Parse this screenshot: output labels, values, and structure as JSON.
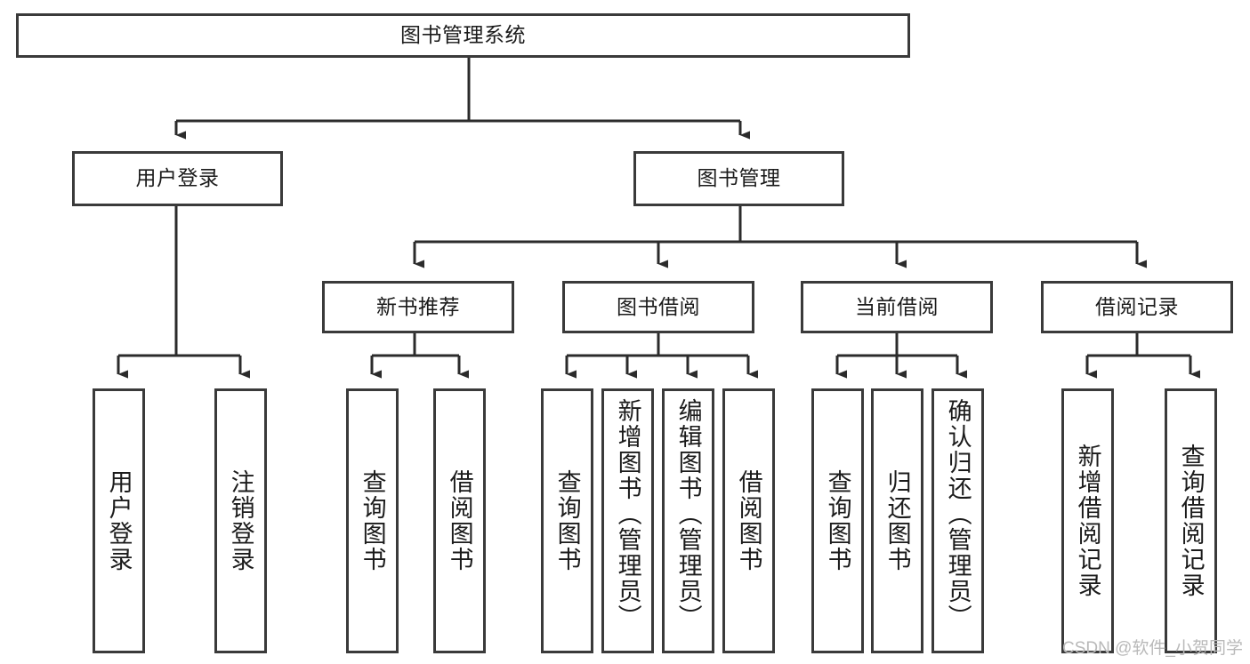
{
  "diagram": {
    "type": "tree-hierarchy-chart",
    "title": "图书管理系统",
    "colors": {
      "box_border": "#3a3a3a",
      "box_fill": "#ffffff",
      "connector": "#2b2b2b",
      "text": "#1b1b1b",
      "watermark": "#b9b9b9",
      "background": "#ffffff"
    },
    "levels": {
      "level1": [
        {
          "id": "root",
          "label": "图书管理系统",
          "orientation": "horizontal"
        }
      ],
      "level2": [
        {
          "id": "user-login",
          "label": "用户登录",
          "orientation": "horizontal"
        },
        {
          "id": "book-management",
          "label": "图书管理",
          "orientation": "horizontal"
        }
      ],
      "level3": [
        {
          "id": "new-book-recommend",
          "label": "新书推荐",
          "orientation": "horizontal"
        },
        {
          "id": "book-borrow",
          "label": "图书借阅",
          "orientation": "horizontal"
        },
        {
          "id": "current-borrow",
          "label": "当前借阅",
          "orientation": "horizontal"
        },
        {
          "id": "borrow-record",
          "label": "借阅记录",
          "orientation": "horizontal"
        }
      ],
      "level4": [
        {
          "id": "leaf-user-login",
          "label": "用户登录",
          "orientation": "vertical",
          "align": "center",
          "parent": "user-login"
        },
        {
          "id": "leaf-logout",
          "label": "注销登录",
          "orientation": "vertical",
          "align": "center",
          "parent": "user-login"
        },
        {
          "id": "leaf-query-book-1",
          "label": "查询图书",
          "orientation": "vertical",
          "align": "center",
          "parent": "new-book-recommend"
        },
        {
          "id": "leaf-borrow-book-1",
          "label": "借阅图书",
          "orientation": "vertical",
          "align": "center",
          "parent": "new-book-recommend"
        },
        {
          "id": "leaf-query-book-2",
          "label": "查询图书",
          "orientation": "vertical",
          "align": "center",
          "parent": "book-borrow"
        },
        {
          "id": "leaf-add-book",
          "label": "新增图书（管理员）",
          "orientation": "vertical",
          "align": "top",
          "parent": "book-borrow"
        },
        {
          "id": "leaf-edit-book",
          "label": "编辑图书（管理员）",
          "orientation": "vertical",
          "align": "top",
          "parent": "book-borrow"
        },
        {
          "id": "leaf-borrow-book-2",
          "label": "借阅图书",
          "orientation": "vertical",
          "align": "center",
          "parent": "book-borrow"
        },
        {
          "id": "leaf-query-book-3",
          "label": "查询图书",
          "orientation": "vertical",
          "align": "center",
          "parent": "current-borrow"
        },
        {
          "id": "leaf-return-book",
          "label": "归还图书",
          "orientation": "vertical",
          "align": "center",
          "parent": "current-borrow"
        },
        {
          "id": "leaf-confirm-return",
          "label": "确认归还（管理员）",
          "orientation": "vertical",
          "align": "top",
          "parent": "current-borrow"
        },
        {
          "id": "leaf-add-record",
          "label": "新增借阅记录",
          "orientation": "vertical",
          "align": "center",
          "parent": "borrow-record"
        },
        {
          "id": "leaf-query-record",
          "label": "查询借阅记录",
          "orientation": "vertical",
          "align": "center",
          "parent": "borrow-record"
        }
      ]
    }
  },
  "watermark": {
    "text": "CSDN @软件_小贺同学"
  }
}
